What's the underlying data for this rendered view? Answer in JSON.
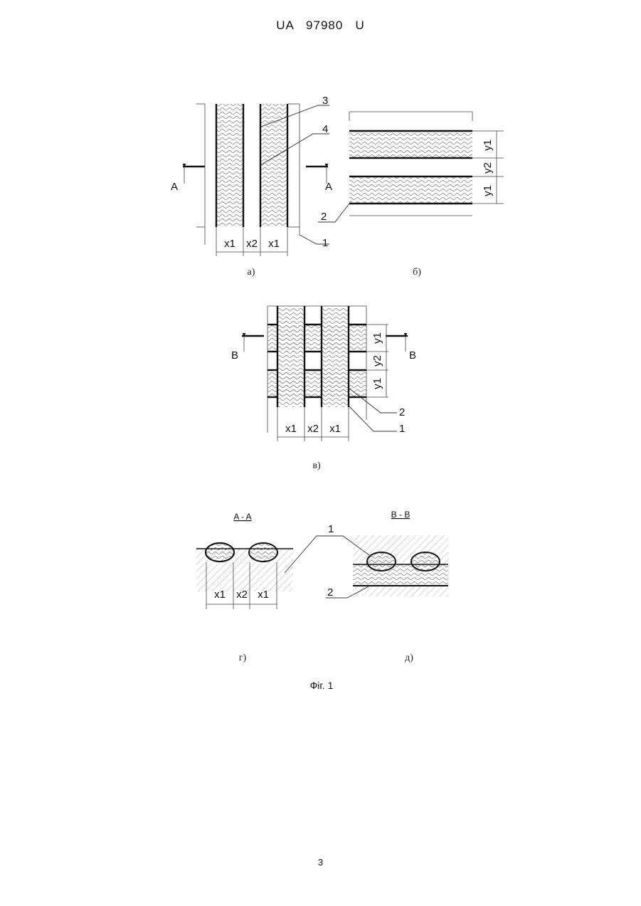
{
  "header": {
    "document_number": "UA   97980   U"
  },
  "figure": {
    "caption": "Фіг. 1",
    "panels": {
      "a": {
        "caption": "а)",
        "section_mark": "A",
        "dims": [
          "x1",
          "x2",
          "x1"
        ],
        "labels": [
          "3",
          "4",
          "1"
        ]
      },
      "b": {
        "caption": "б)",
        "dims": [
          "y1",
          "y2",
          "y1"
        ],
        "labels": [
          "2"
        ]
      },
      "v": {
        "caption": "в)",
        "section_mark": "B",
        "dims_x": [
          "x1",
          "x2",
          "x1"
        ],
        "dims_y": [
          "y1",
          "y2",
          "y1"
        ],
        "labels": [
          "2",
          "1"
        ]
      },
      "g": {
        "caption": "г)",
        "title": "A - A",
        "dims": [
          "x1",
          "x2",
          "x1"
        ]
      },
      "d": {
        "caption": "д)",
        "title": "B - B",
        "labels": [
          "1",
          "2"
        ]
      }
    }
  },
  "footer": {
    "page_number": "3"
  }
}
